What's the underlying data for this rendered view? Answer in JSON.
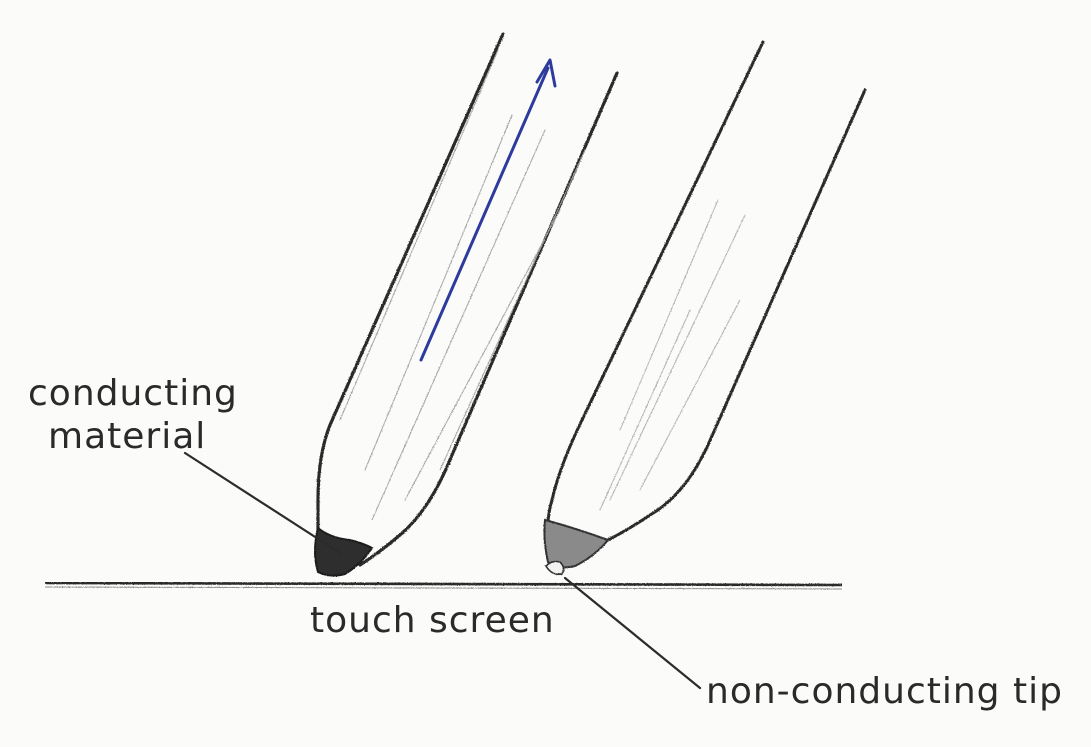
{
  "labels": {
    "conducting_line1": "conducting",
    "conducting_line2": "material",
    "touch_screen": "touch screen",
    "non_conducting_tip": "non-conducting tip"
  },
  "colors": {
    "pencil": "#2b2b2b",
    "shading": "#9a9a9a",
    "arrow": "#2d3a9e",
    "paper": "#fbfbfa"
  }
}
